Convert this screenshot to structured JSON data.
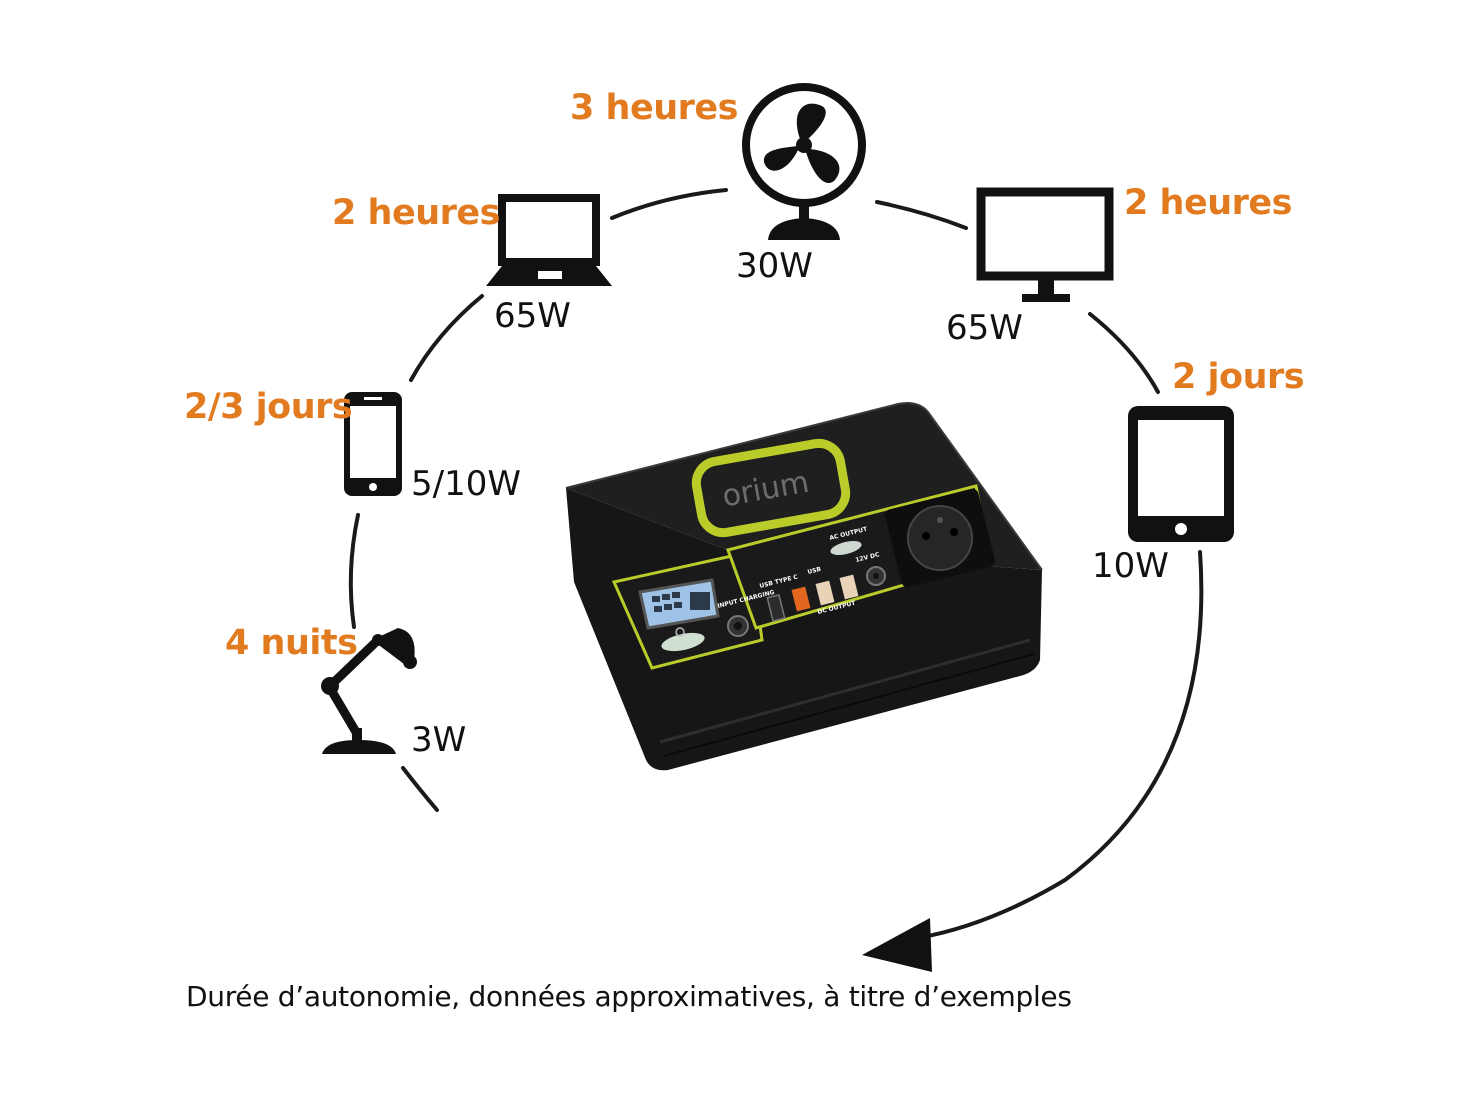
{
  "devices": {
    "fan": {
      "duration": "3 heures",
      "power": "30W",
      "icon": "fan-icon"
    },
    "laptop": {
      "duration": "2 heures",
      "power": "65W",
      "icon": "laptop-icon"
    },
    "monitor": {
      "duration": "2 heures",
      "power": "65W",
      "icon": "monitor-icon"
    },
    "tablet": {
      "duration": "2 jours",
      "power": "10W",
      "icon": "tablet-icon"
    },
    "phone": {
      "duration": "2/3 jours",
      "power": "5/10W",
      "icon": "smartphone-icon"
    },
    "lamp": {
      "duration": "4 nuits",
      "power": "3W",
      "icon": "desk-lamp-icon"
    }
  },
  "product": {
    "brand": "orium",
    "labels": {
      "ac_output": "AC OUTPUT",
      "usb": "USB",
      "usb_type_c": "USB TYPE C",
      "dc_12v": "12V DC",
      "dc_output": "DC OUTPUT",
      "input_charging": "INPUT CHARGING"
    }
  },
  "caption": "Durée d’autonomie, données approximatives, à titre d’exemples",
  "colors": {
    "accent": "#e27b1f",
    "text": "#111111",
    "device_body": "#1c1c1c",
    "device_trim": "#b9cc2a",
    "lcd": "#9fc3e6"
  }
}
